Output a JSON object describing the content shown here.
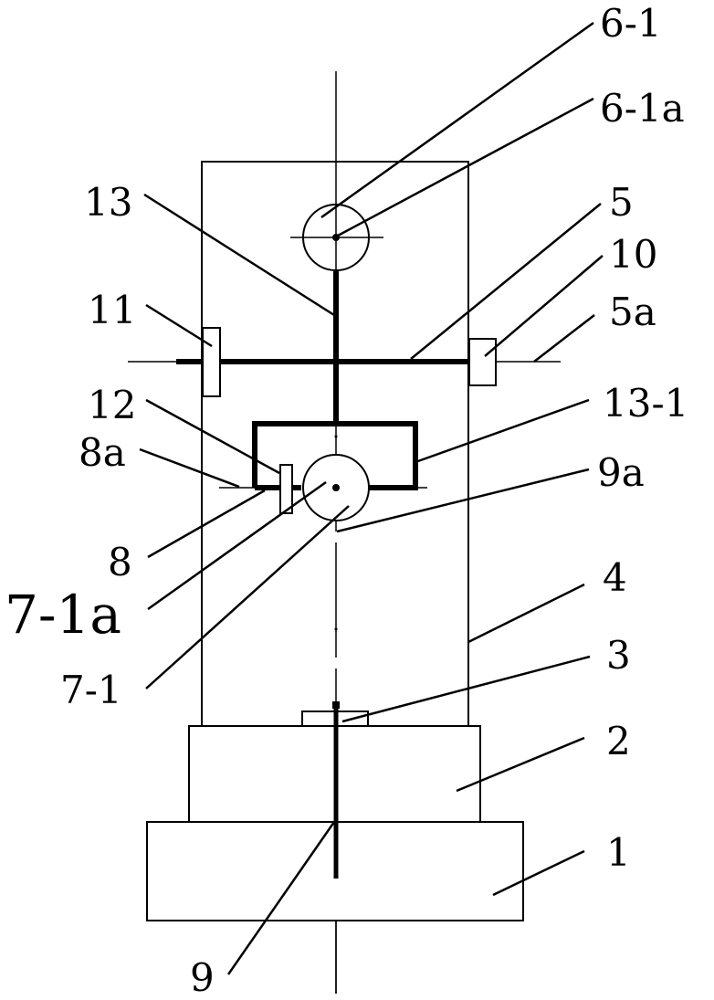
{
  "labels": {
    "l6_1": "6-1",
    "l6_1a": "6-1a",
    "l13": "13",
    "l5": "5",
    "l10": "10",
    "l11": "11",
    "l5a": "5a",
    "l12": "12",
    "l13_1": "13-1",
    "l8a": "8a",
    "l9a": "9a",
    "l8": "8",
    "l7_1a": "7-1a",
    "l7_1": "7-1",
    "l4": "4",
    "l3": "3",
    "l2": "2",
    "l1": "1",
    "l9": "9"
  }
}
